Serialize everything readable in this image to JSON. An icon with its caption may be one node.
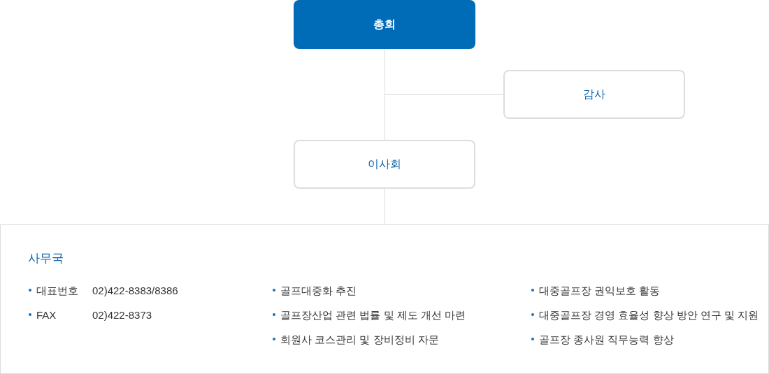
{
  "diagram": {
    "nodes": [
      {
        "text": [
          "총회"
        ]
      },
      {
        "text": [
          "감사"
        ]
      },
      {
        "text": [
          "이사회"
        ]
      },
      {
        "text": [
          "사무국",
          "대표번호",
          "02)422-8383/8386",
          "FAX",
          "02)422-8373",
          "골프대중화 추진",
          "골프장산업 관련 법률 및 제도 개선 마련",
          "회원사 코스관리 및 장비정비 자문",
          "대중골프장 권익보호 활동",
          "대중골프장 경영 효율성 향상 방안 연구 및 지원",
          "골프장 종사원 직무능력 향상"
        ]
      }
    ],
    "edges": [
      {
        "from": 0,
        "to": 1,
        "arrow": "none"
      },
      {
        "from": 0,
        "to": 2,
        "arrow": "none"
      },
      {
        "from": 2,
        "to": 3,
        "arrow": "none"
      }
    ]
  }
}
